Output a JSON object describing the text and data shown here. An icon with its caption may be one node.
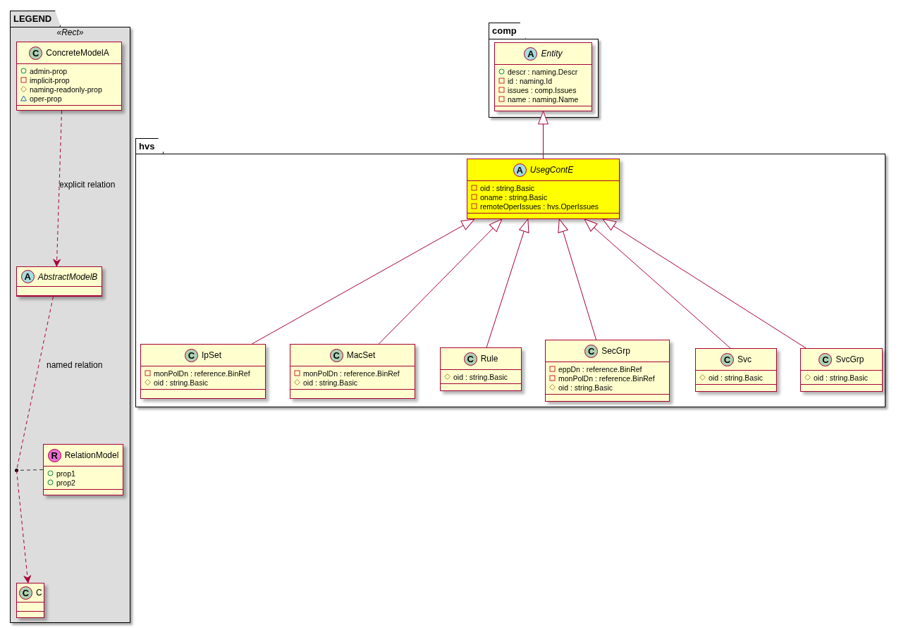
{
  "diagram": {
    "nodes": [
      {
        "text": [
          "LEGEND",
          "«Rect»"
        ]
      },
      {
        "text": [
          "C",
          "ConcreteModelA",
          "admin-prop",
          "implicit-prop",
          "naming-readonly-prop",
          "oper-prop"
        ],
        "in": 0
      },
      {
        "text": [
          "A",
          "AbstractModelB"
        ],
        "in": 0
      },
      {
        "text": [],
        "shape": "circle",
        "in": 0
      },
      {
        "text": [
          "R",
          "RelationModel",
          "prop1",
          "prop2"
        ],
        "in": 0
      },
      {
        "text": [
          "C",
          "C"
        ],
        "in": 0
      },
      {
        "text": [
          "comp"
        ]
      },
      {
        "text": [
          "A",
          "Entity",
          "descr : naming.Descr",
          "id : naming.Id",
          "issues : comp.Issues",
          "name : naming.Name"
        ],
        "in": 6
      },
      {
        "text": [
          "hvs"
        ]
      },
      {
        "text": [
          "A",
          "UsegContE",
          "oid : string.Basic",
          "oname : string.Basic",
          "remoteOperIssues : hvs.OperIssues"
        ],
        "in": 8
      },
      {
        "text": [
          "C",
          "IpSet",
          "monPolDn : reference.BinRef",
          "oid : string.Basic"
        ],
        "in": 8
      },
      {
        "text": [
          "C",
          "MacSet",
          "monPolDn : reference.BinRef",
          "oid : string.Basic"
        ],
        "in": 8
      },
      {
        "text": [
          "C",
          "Rule",
          "oid : string.Basic"
        ],
        "in": 8
      },
      {
        "text": [
          "C",
          "SecGrp",
          "eppDn : reference.BinRef",
          "monPolDn : reference.BinRef",
          "oid : string.Basic"
        ],
        "in": 8
      },
      {
        "text": [
          "C",
          "Svc",
          "oid : string.Basic"
        ],
        "in": 8
      },
      {
        "text": [
          "C",
          "SvcGrp",
          "oid : string.Basic"
        ],
        "in": 8
      }
    ],
    "edges": [
      {
        "from": 1,
        "to": 2,
        "arrow": "to",
        "style": "dashed",
        "label": "explicit relation"
      },
      {
        "from": 2,
        "to": 3,
        "arrow": "none",
        "style": "dashed",
        "label": "named relation"
      },
      {
        "from": 3,
        "to": 5,
        "arrow": "to",
        "style": "dashed"
      },
      {
        "from": 4,
        "to": 3,
        "arrow": "none",
        "style": "dashed",
        "color": "#333333"
      },
      {
        "from": 9,
        "to": 7,
        "arrow": "to"
      },
      {
        "from": 10,
        "to": 9,
        "arrow": "to"
      },
      {
        "from": 11,
        "to": 9,
        "arrow": "to"
      },
      {
        "from": 12,
        "to": 9,
        "arrow": "to"
      },
      {
        "from": 13,
        "to": 9,
        "arrow": "to"
      },
      {
        "from": 14,
        "to": 9,
        "arrow": "to"
      },
      {
        "from": 15,
        "to": 9,
        "arrow": "to"
      }
    ]
  }
}
